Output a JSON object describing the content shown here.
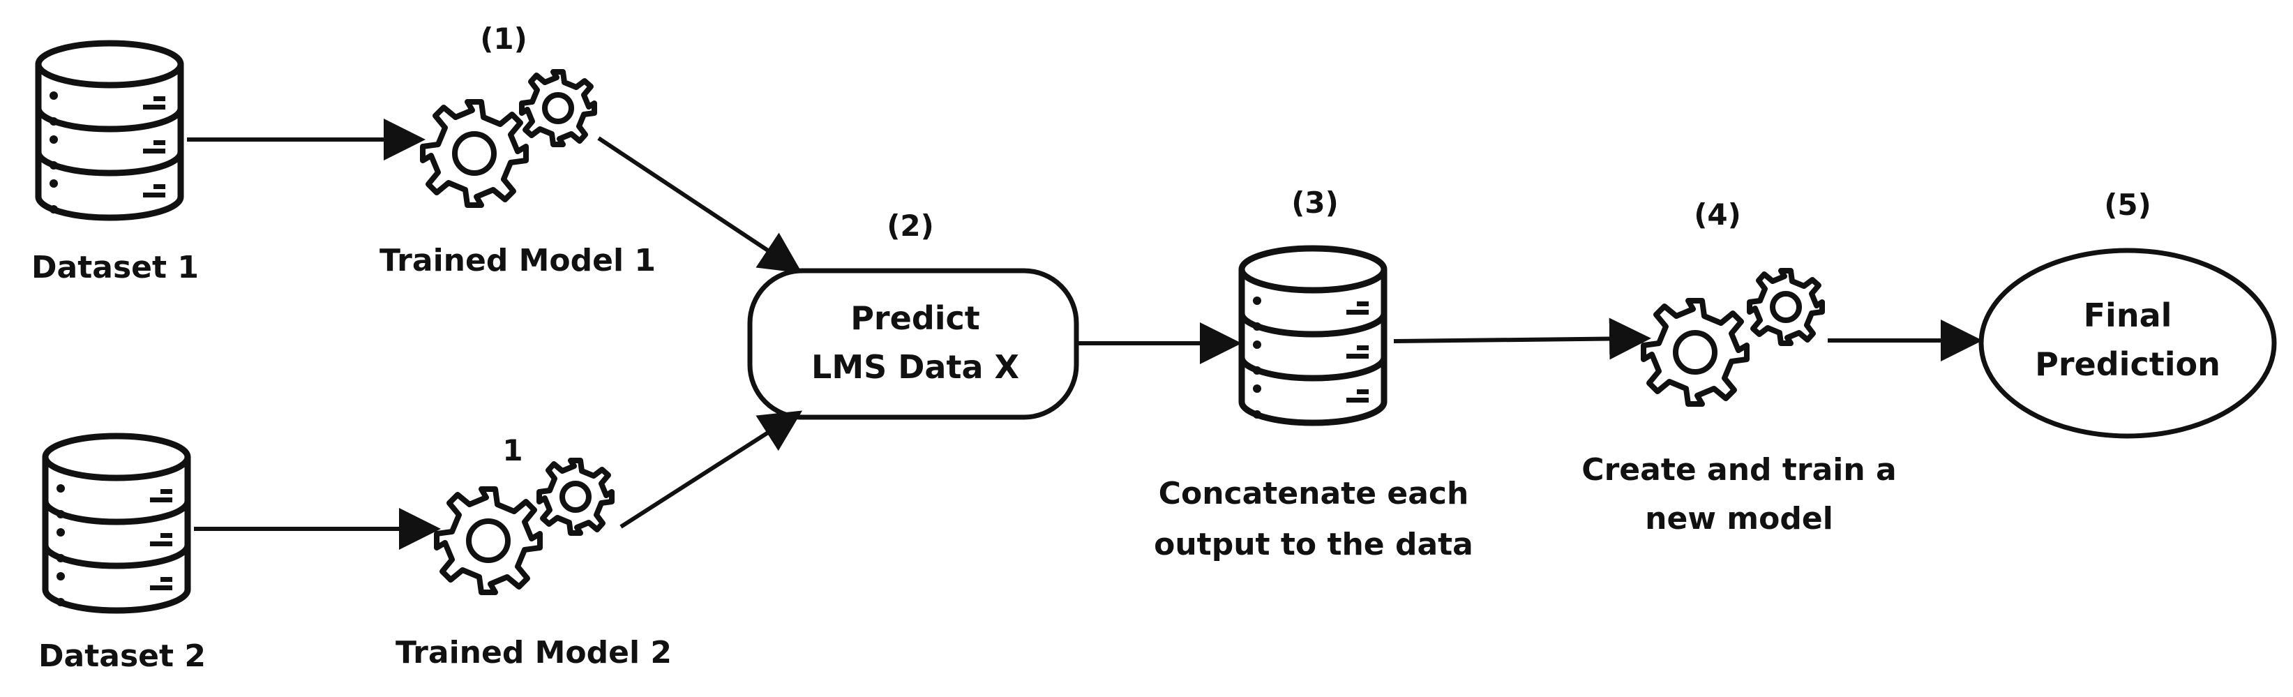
{
  "colors": {
    "ink": "#111111",
    "background": "#ffffff"
  },
  "nodes": {
    "dataset1": {
      "label": "Dataset 1",
      "icon": "database-icon"
    },
    "dataset2": {
      "label": "Dataset 2",
      "icon": "database-icon"
    },
    "model1": {
      "label": "Trained Model 1",
      "step": "(1)",
      "icon": "gears-icon"
    },
    "model2": {
      "label": "Trained Model 2",
      "step": "1",
      "icon": "gears-icon"
    },
    "predict": {
      "line1": "Predict",
      "line2": "LMS Data X",
      "step": "(2)"
    },
    "concat": {
      "line1": "Concatenate each",
      "line2": "output to the data",
      "step": "(3)",
      "icon": "database-icon"
    },
    "newmodel": {
      "line1": "Create and train a",
      "line2": "new model",
      "step": "(4)",
      "icon": "gears-icon"
    },
    "final": {
      "line1": "Final",
      "line2": "Prediction",
      "step": "(5)"
    }
  },
  "edges": [
    {
      "from": "dataset1",
      "to": "model1"
    },
    {
      "from": "dataset2",
      "to": "model2"
    },
    {
      "from": "model1",
      "to": "predict"
    },
    {
      "from": "model2",
      "to": "predict"
    },
    {
      "from": "predict",
      "to": "concat"
    },
    {
      "from": "concat",
      "to": "newmodel"
    },
    {
      "from": "newmodel",
      "to": "final"
    }
  ]
}
